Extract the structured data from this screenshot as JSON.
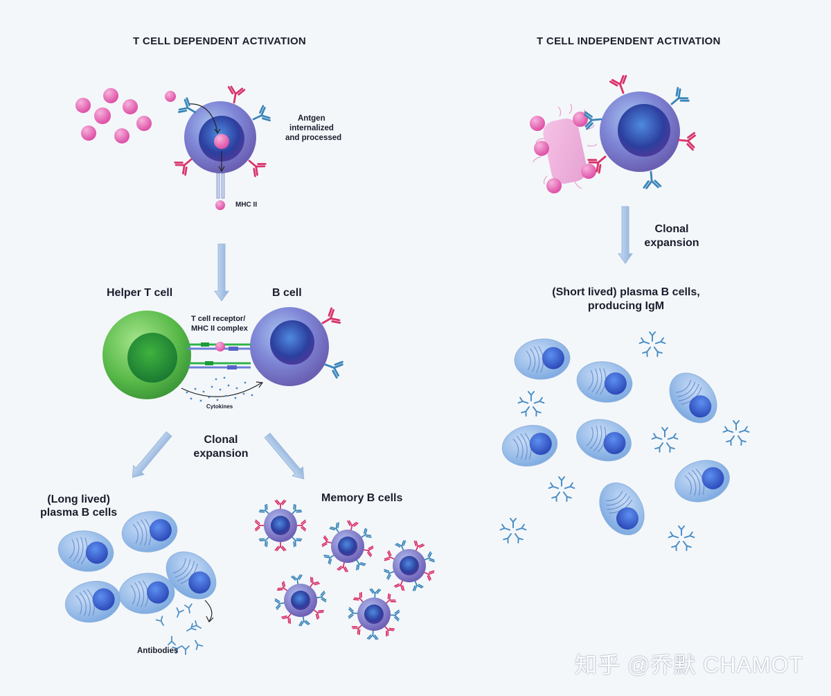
{
  "left": {
    "title": "T CELL DEPENDENT ACTIVATION",
    "antigen_label": [
      "Antgen",
      "internalized",
      "and processed"
    ],
    "mhc_label": "MHC II",
    "helper_label": "Helper T cell",
    "bcell_label": "B cell",
    "receptor_label": [
      "T cell receptor/",
      "MHC II complex"
    ],
    "cytokines_label": "Cytokines",
    "clonal_label": [
      "Clonal",
      "expansion"
    ],
    "long_lived_label": [
      "(Long lived)",
      "plasma B cells"
    ],
    "memory_label": "Memory B cells",
    "antibodies_label": "Antibodies"
  },
  "right": {
    "title": "T CELL INDEPENDENT ACTIVATION",
    "clonal_label": [
      "Clonal",
      "expansion"
    ],
    "short_lived_label": [
      "(Short lived) plasma B cells,",
      "producing IgM"
    ]
  },
  "watermark": "知乎 @乔默 CHAMOT",
  "colors": {
    "helper_green": "#5bbf4e",
    "bcell_purple": "#8a7fd0",
    "nucleus_blue": "#2f4fb8",
    "antigen_pink": "#e052a8",
    "antibody_red": "#d8336a",
    "antibody_blue": "#3b86b8",
    "arrow_blue": "#a8c4e4"
  }
}
